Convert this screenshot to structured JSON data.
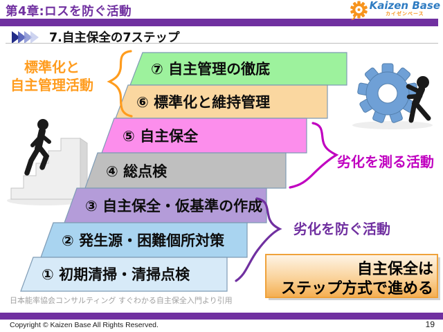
{
  "header": {
    "chapter_title": "第4章:ロスを防ぐ活動",
    "section_title": "7.自主保全の7ステップ"
  },
  "logo": {
    "name": "Kaizen Base",
    "subtitle": "カイゼンベース",
    "name_color": "#2F7CC2",
    "icon_color": "#F7941D"
  },
  "diagram": {
    "steps": [
      {
        "number": 7,
        "label": "⑦ 自主管理の徹底",
        "color": "#9DF29D"
      },
      {
        "number": 6,
        "label": "⑥ 標準化と維持管理",
        "color": "#FAD7A0"
      },
      {
        "number": 5,
        "label": "⑤ 自主保全",
        "color": "#FC8EEC"
      },
      {
        "number": 4,
        "label": "④ 総点検",
        "color": "#BFBFBF"
      },
      {
        "number": 3,
        "label": "③ 自主保全・仮基準の作成",
        "color": "#B49CD9"
      },
      {
        "number": 2,
        "label": "② 発生源・困難個所対策",
        "color": "#A9D4F0"
      },
      {
        "number": 1,
        "label": "① 初期清掃・清掃点検",
        "color": "#D7EAF8"
      }
    ],
    "left_group": {
      "line1": "標準化と",
      "line2": "自主管理活動",
      "color": "#FF9C1E"
    },
    "measure_group": {
      "label": "劣化を測る活動",
      "color": "#C000C0"
    },
    "prevent_group": {
      "label": "劣化を防ぐ活動",
      "color": "#7030A0"
    },
    "callout": {
      "line1": "自主保全は",
      "line2": "ステップ方式で進める",
      "border_color": "#EFA23B"
    },
    "citation": "日本能率協会コンサルティング すぐわかる自主保全入門より引用"
  },
  "footer": {
    "copyright": "Copyright ©  Kaizen Base  All Rights Reserved.",
    "page_number": "19"
  },
  "colors": {
    "accent_purple": "#7030A0",
    "step_border": "#7E9BB5"
  }
}
